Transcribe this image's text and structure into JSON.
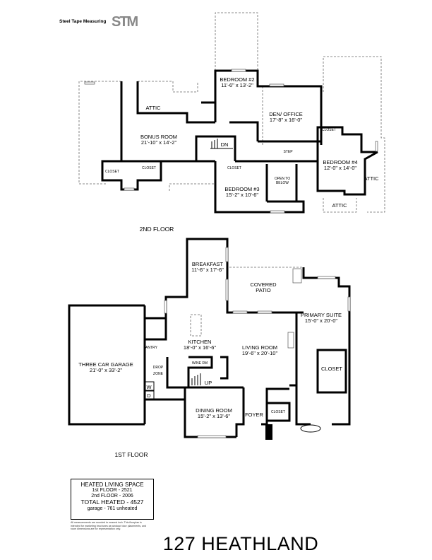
{
  "brand": {
    "name": "Steel Tape Measuring",
    "logo_mark": "STM"
  },
  "title": "127 HEATHLAND",
  "second_floor": {
    "label": "2ND FLOOR",
    "rooms": {
      "bonus": {
        "name": "BONUS ROOM",
        "dims": "21'-10\" x 14'-2\""
      },
      "bed2": {
        "name": "BEDROOM #2",
        "dims": "11'-6\" x 13'-2\""
      },
      "den": {
        "name": "DEN/ OFFICE",
        "dims": "17'-8\" x 16'-0\""
      },
      "bed3": {
        "name": "BEDROOM #3",
        "dims": "15'-2\" x 10'-6\""
      },
      "bed4": {
        "name": "BEDROOM #4",
        "dims": "12'-0\" x 14'-0\""
      }
    },
    "labels": {
      "attic": "ATTIC",
      "closet": "CLOSET",
      "dn": "DN",
      "step": "STEP",
      "open_to_below_1": "OPEN TO",
      "open_to_below_2": "BELOW"
    }
  },
  "first_floor": {
    "label": "1ST FLOOR",
    "rooms": {
      "breakfast": {
        "name": "BREAKFAST",
        "dims": "11'-6\" x 17'-6\""
      },
      "patio": {
        "name1": "COVERED",
        "name2": "PATIO"
      },
      "kitchen": {
        "name": "KITCHEN",
        "dims": "18'-0\" x 16'-6\""
      },
      "living": {
        "name": "LIVING ROOM",
        "dims": "19'-6\" x 20'-10\""
      },
      "primary": {
        "name": "PRIMARY SUITE",
        "dims": "15'-0\" x 20'-0\""
      },
      "garage": {
        "name": "THREE CAR GARAGE",
        "dims": "21'-0\" x 33'-2\""
      },
      "dining": {
        "name": "DINING ROOM",
        "dims": "15'-2\" x 13'-6\""
      }
    },
    "labels": {
      "pantry": "PANTRY",
      "drop1": "DROP",
      "drop2": "ZONE",
      "wine": "WINE RM",
      "up": "UP",
      "foyer": "FOYER",
      "closet": "CLOSET",
      "washer": "W",
      "dryer": "D"
    }
  },
  "info": {
    "heading": "HEATED LIVING SPACE",
    "first": "1st FLOOR - 2521",
    "second": "2nd FLOOR - 2006",
    "total": "TOTAL HEATED - 4527",
    "garage": "garage - 761 unheated",
    "disclaimer": "All measurements are rounded to nearest inch. This floorplan is intended for marketing brochures as window/ door placements, and room dimensions are for representation only."
  }
}
